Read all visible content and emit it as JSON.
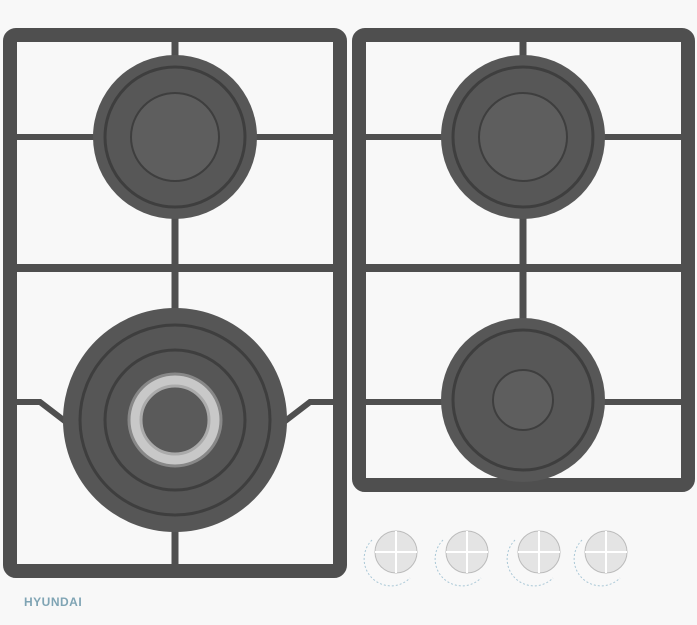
{
  "product": {
    "brand_logo": "HYUNDAI",
    "burners": 4,
    "knobs": 4
  },
  "colors": {
    "grate": "#4f4f4f",
    "burner": "#555555",
    "surface": "#f8f8f8",
    "logo": "#7fa4b4"
  }
}
